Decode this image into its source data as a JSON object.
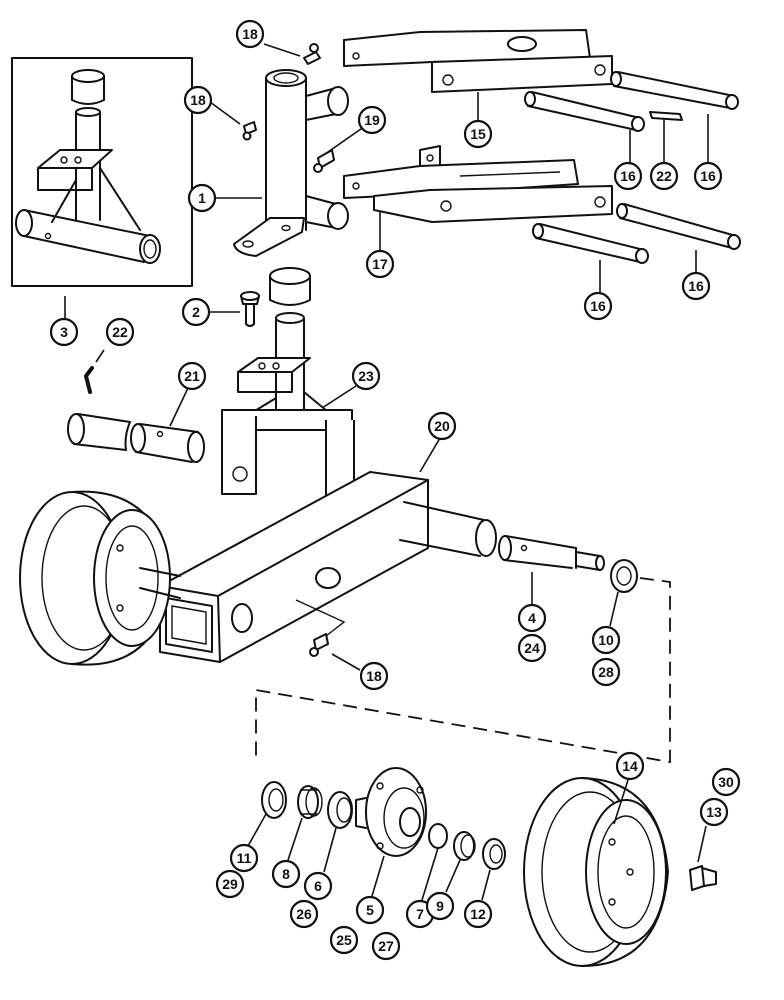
{
  "callouts": {
    "c1": "1",
    "c2": "2",
    "c3": "3",
    "c4": "4",
    "c5": "5",
    "c6": "6",
    "c7": "7",
    "c8": "8",
    "c9": "9",
    "c10": "10",
    "c11": "11",
    "c12": "12",
    "c13": "13",
    "c14": "14",
    "c15": "15",
    "c16a": "16",
    "c16b": "16",
    "c16c": "16",
    "c16d": "16",
    "c17": "17",
    "c18a": "18",
    "c18b": "18",
    "c18c": "18",
    "c19": "19",
    "c20": "20",
    "c21": "21",
    "c22a": "22",
    "c22b": "22",
    "c23": "23",
    "c24": "24",
    "c25": "25",
    "c26": "26",
    "c27": "27",
    "c28": "28",
    "c29": "29",
    "c30": "30"
  }
}
